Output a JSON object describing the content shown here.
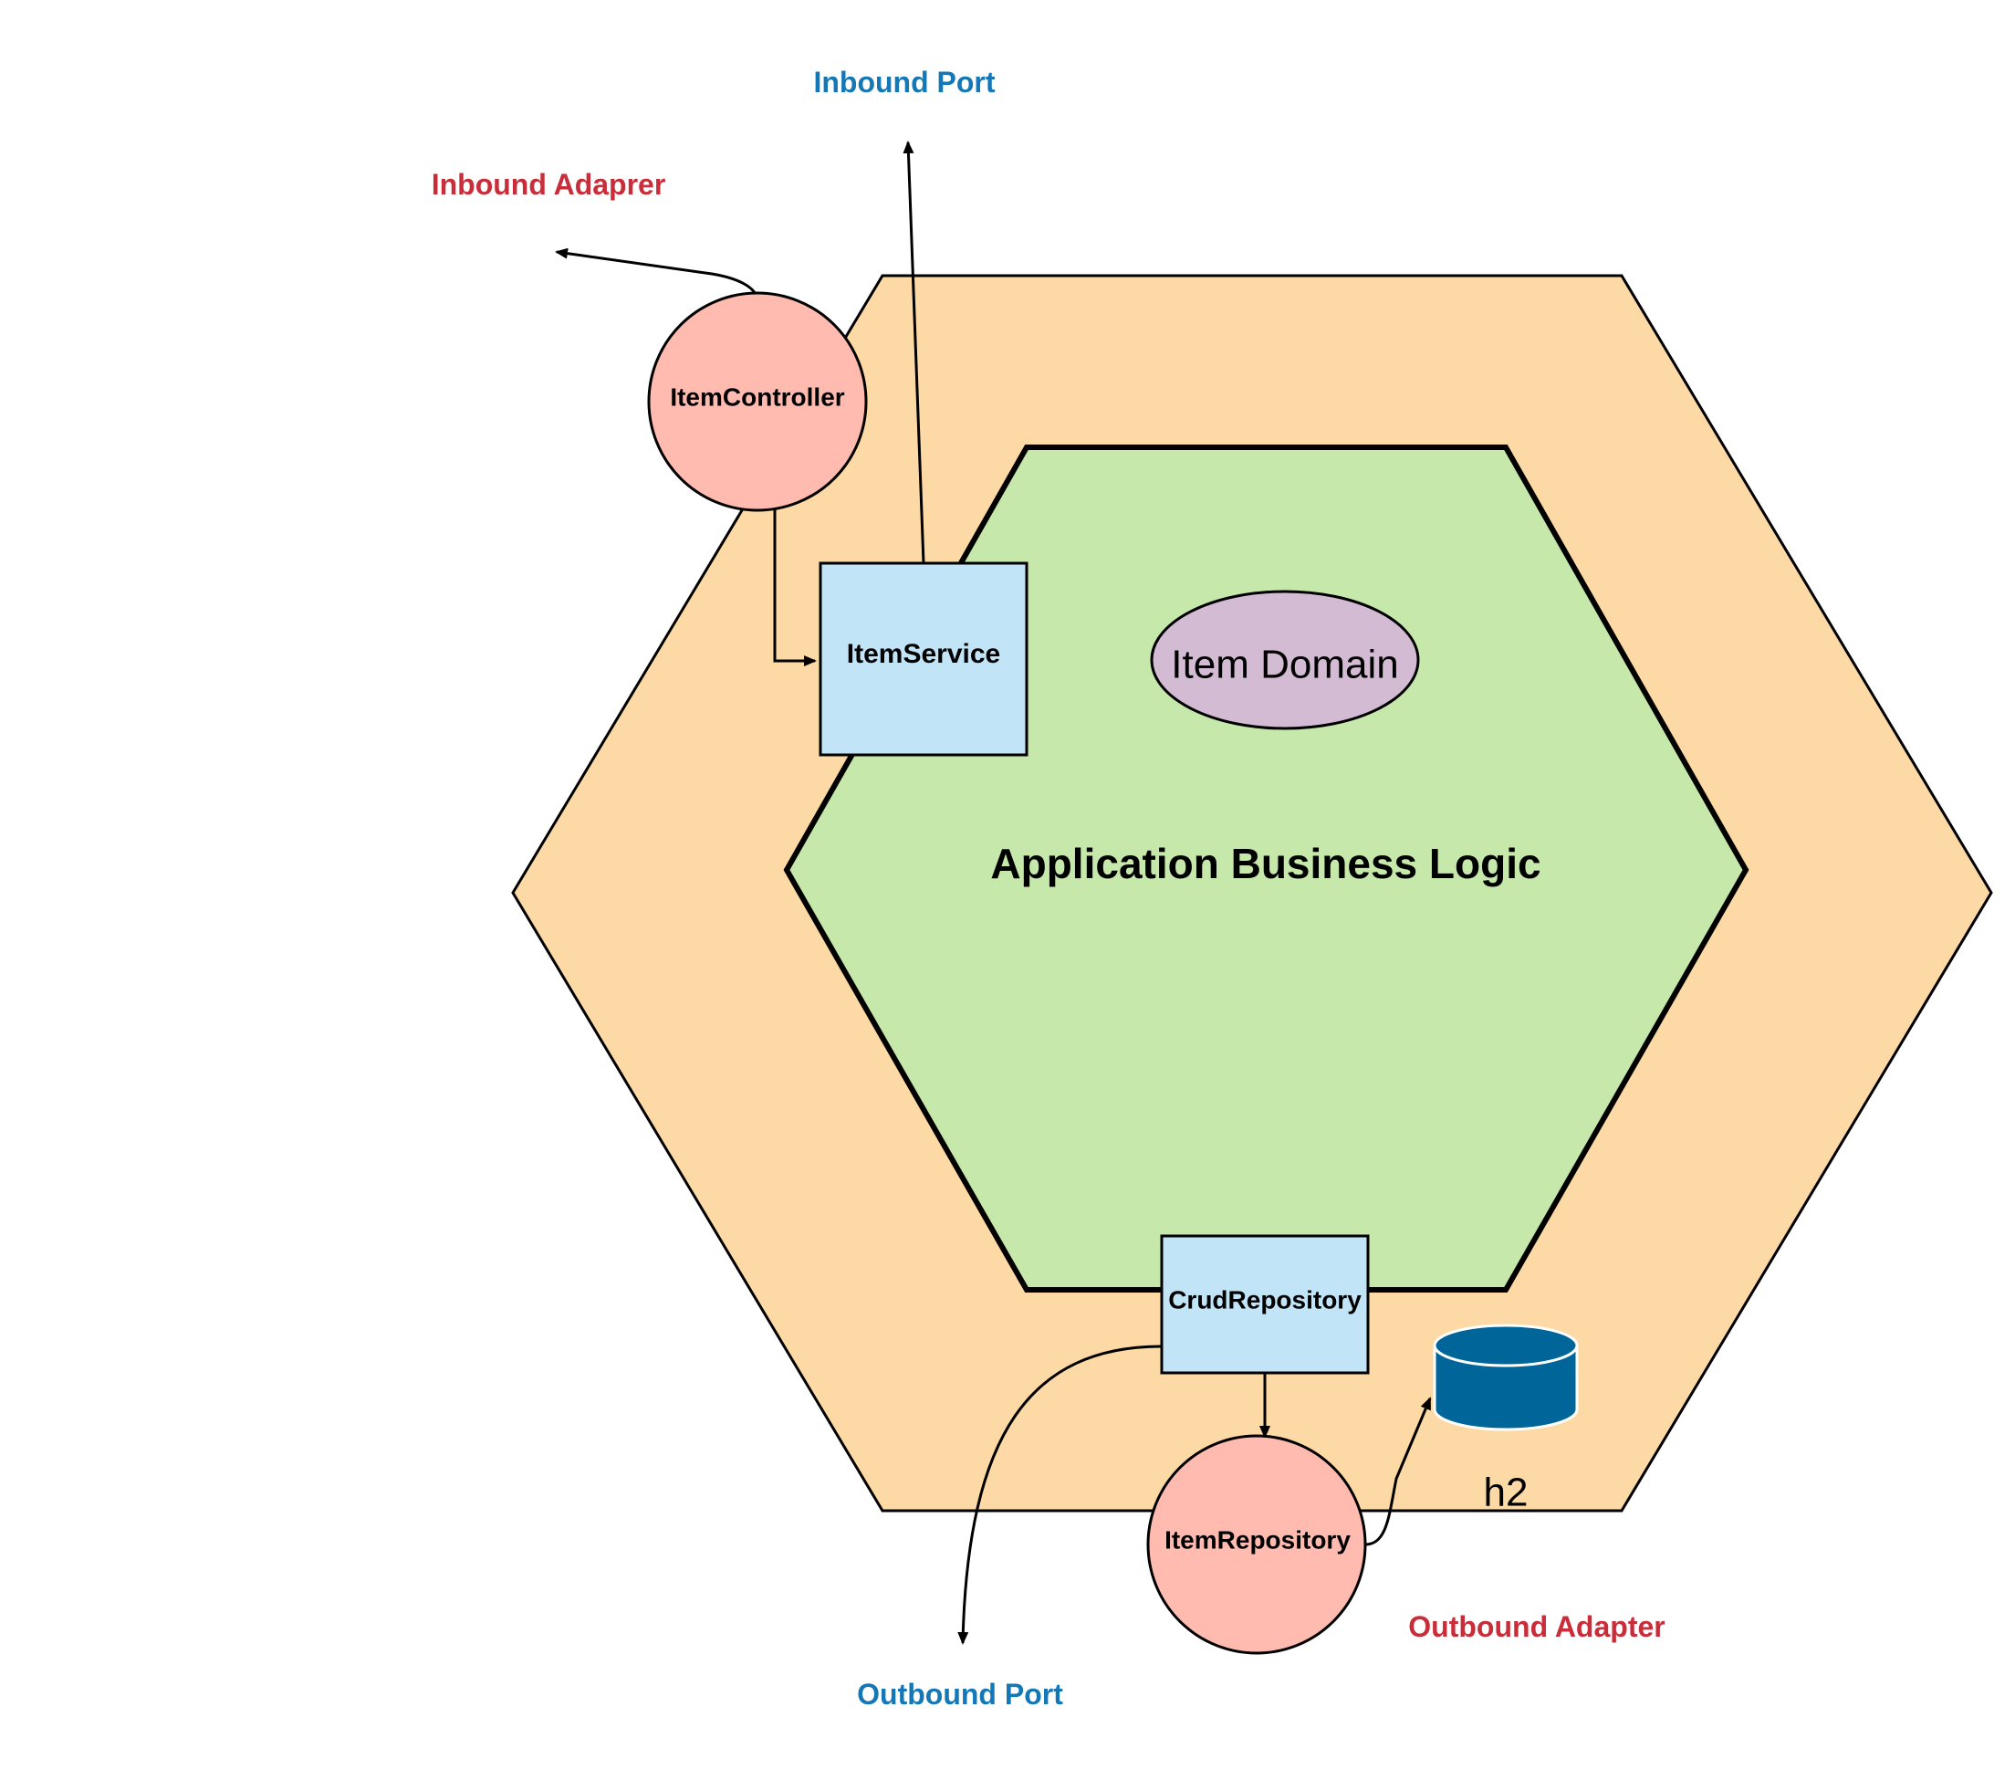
{
  "colors": {
    "outer_fill": "#FDD9A6",
    "inner_fill": "#C7E8AB",
    "adapter_fill": "#FFBBB0",
    "port_fill": "#C2E4F7",
    "domain_fill": "#D2BBD3",
    "db_fill": "#006699",
    "adapter_text": "#C92D39",
    "port_text": "#1478B6",
    "stroke": "#000000"
  },
  "labels": {
    "inbound_port": "Inbound Port",
    "inbound_adapter": "Inbound Adaprer",
    "outbound_port": "Outbound Port",
    "outbound_adapter": "Outbound Adapter",
    "core_title": "Application Business Logic",
    "domain": "Item Domain",
    "item_controller": "ItemController",
    "item_service": "ItemService",
    "crud_repository": "CrudRepository",
    "item_repository": "ItemRepository",
    "database": "h2"
  },
  "icons": {
    "database": "cylinder-database-icon"
  }
}
